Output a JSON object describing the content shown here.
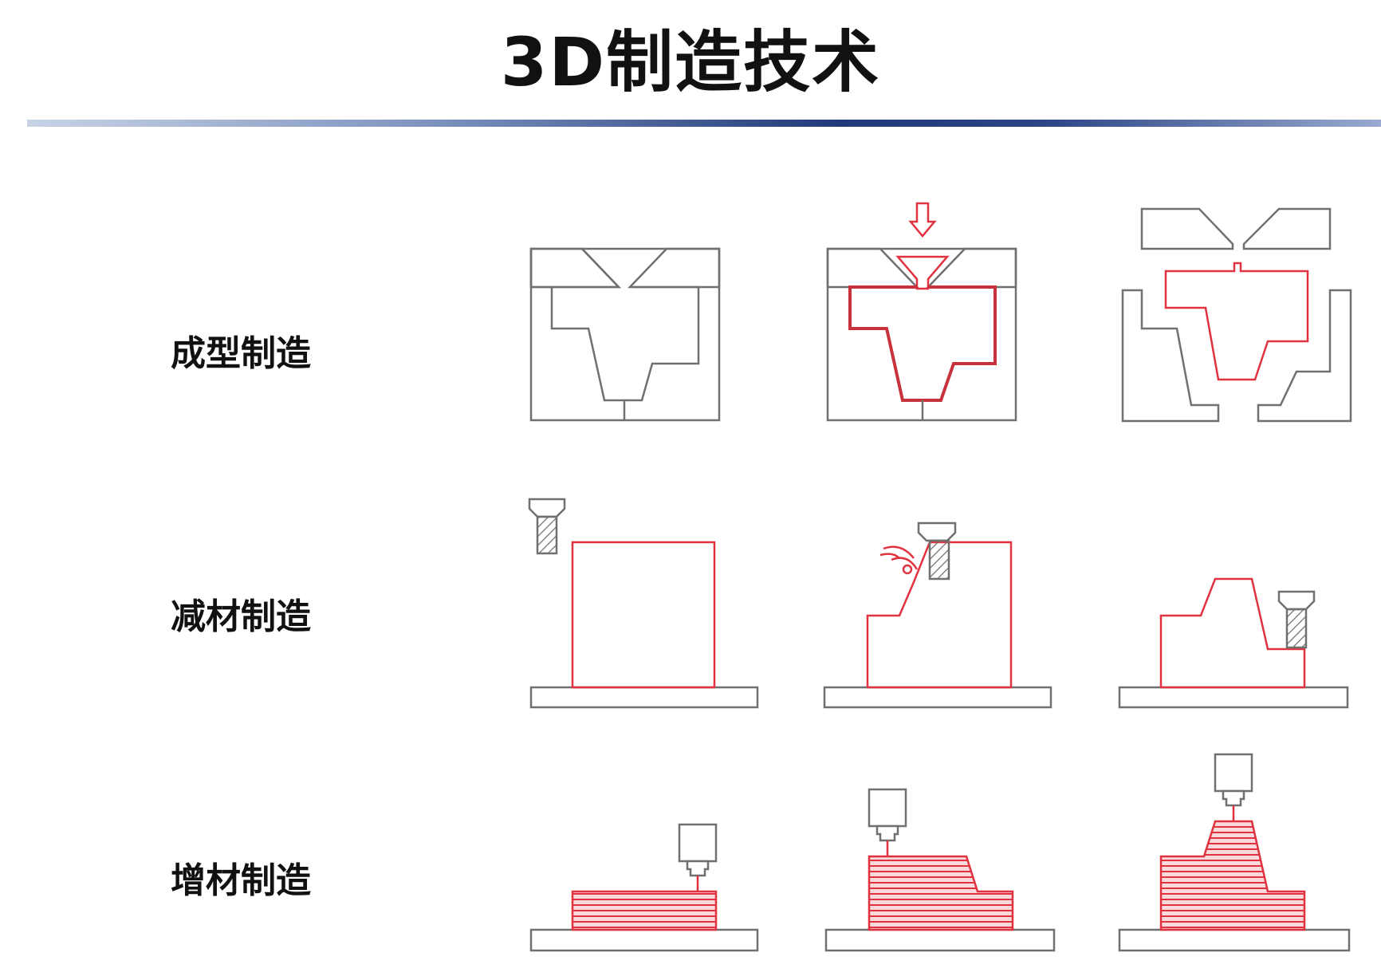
{
  "title": "3D制造技术",
  "rows": [
    {
      "label": "成型制造"
    },
    {
      "label": "减材制造"
    },
    {
      "label": "增材制造"
    }
  ],
  "colors": {
    "outline": "#707070",
    "part": "#e0323f",
    "layer_fill": "#f6c9cc",
    "divider_dark": "#1f3a78"
  }
}
